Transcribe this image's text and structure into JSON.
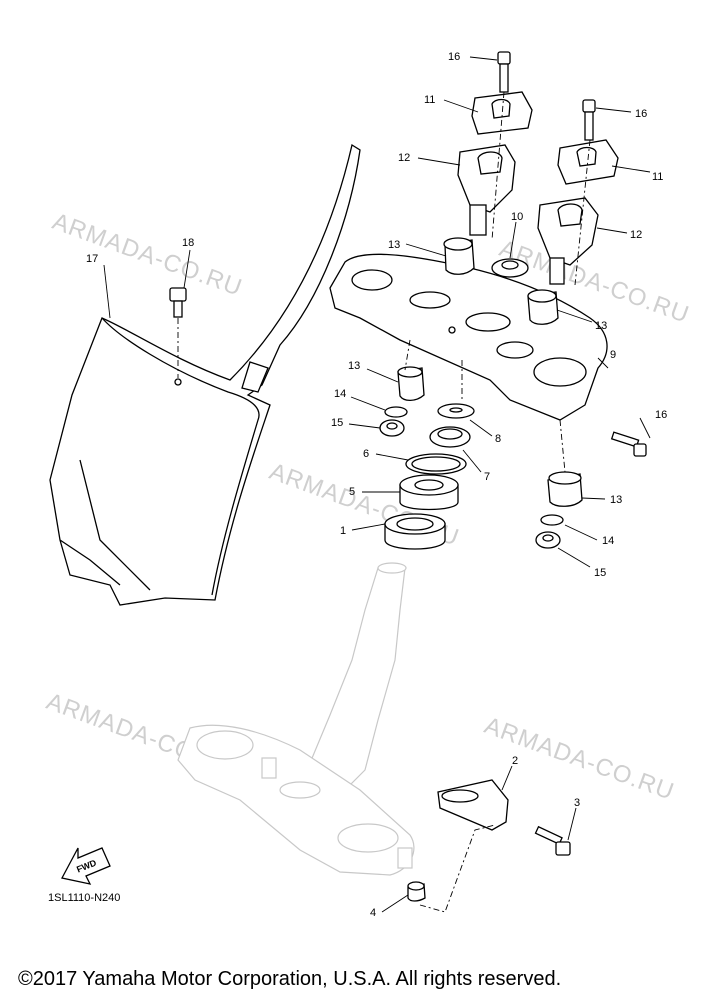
{
  "watermark": "ARMADA-CO.RU",
  "diagram_code": "1SL1110-N240",
  "copyright": "©2017 Yamaha Motor Corporation, U.S.A. All rights reserved.",
  "fwd_label": "FWD",
  "callouts": {
    "c1": "1",
    "c2": "2",
    "c3": "3",
    "c4": "4",
    "c5": "5",
    "c6": "6",
    "c7": "7",
    "c8": "8",
    "c9": "9",
    "c10": "10",
    "c11a": "11",
    "c11b": "11",
    "c12a": "12",
    "c12b": "12",
    "c13a": "13",
    "c13b": "13",
    "c13c": "13",
    "c13d": "13",
    "c14a": "14",
    "c14b": "14",
    "c15a": "15",
    "c15b": "15",
    "c16a": "16",
    "c16b": "16",
    "c16c": "16",
    "c17": "17",
    "c18": "18"
  }
}
